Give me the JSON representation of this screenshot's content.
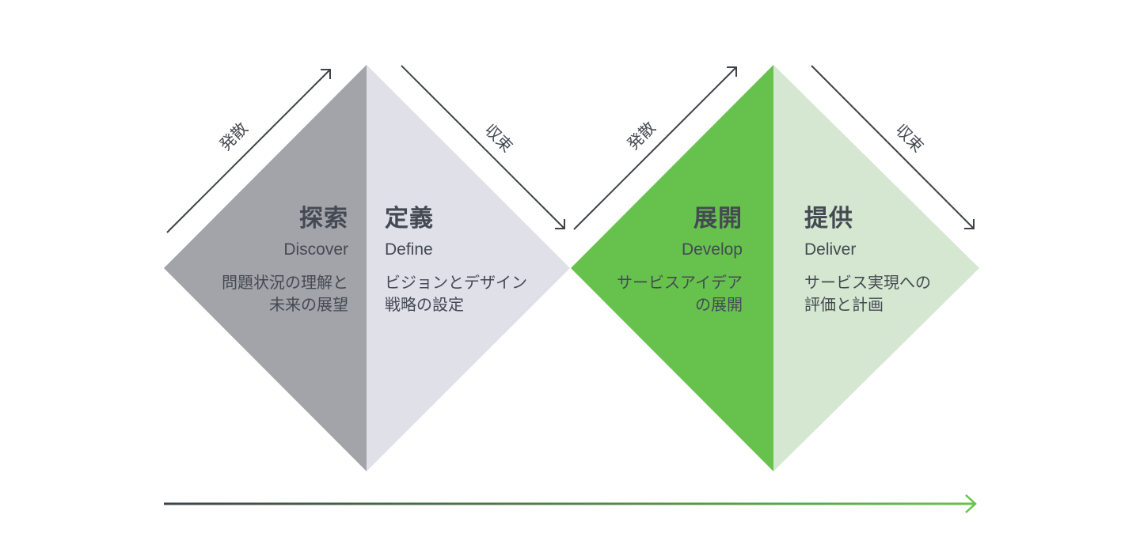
{
  "phases": [
    {
      "title": "探索",
      "subtitle": "Discover",
      "description": [
        "問題状況の理解と",
        "未来の展望"
      ],
      "color": "#a3a4aa"
    },
    {
      "title": "定義",
      "subtitle": "Define",
      "description": [
        "ビジョンとデザイン",
        "戦略の設定"
      ],
      "color": "#e0e0e9"
    },
    {
      "title": "展開",
      "subtitle": "Develop",
      "description": [
        "サービスアイデア",
        "の展開"
      ],
      "color": "#67c24d"
    },
    {
      "title": "提供",
      "subtitle": "Deliver",
      "description": [
        "サービス実現への",
        "評価と計画"
      ],
      "color": "#d5e7d1"
    }
  ],
  "arrow_labels": {
    "diverge": "発散",
    "converge": "収束"
  },
  "colors": {
    "arrow": "#3e4247",
    "timeline_start": "#3e4247",
    "timeline_end": "#66c24a"
  }
}
